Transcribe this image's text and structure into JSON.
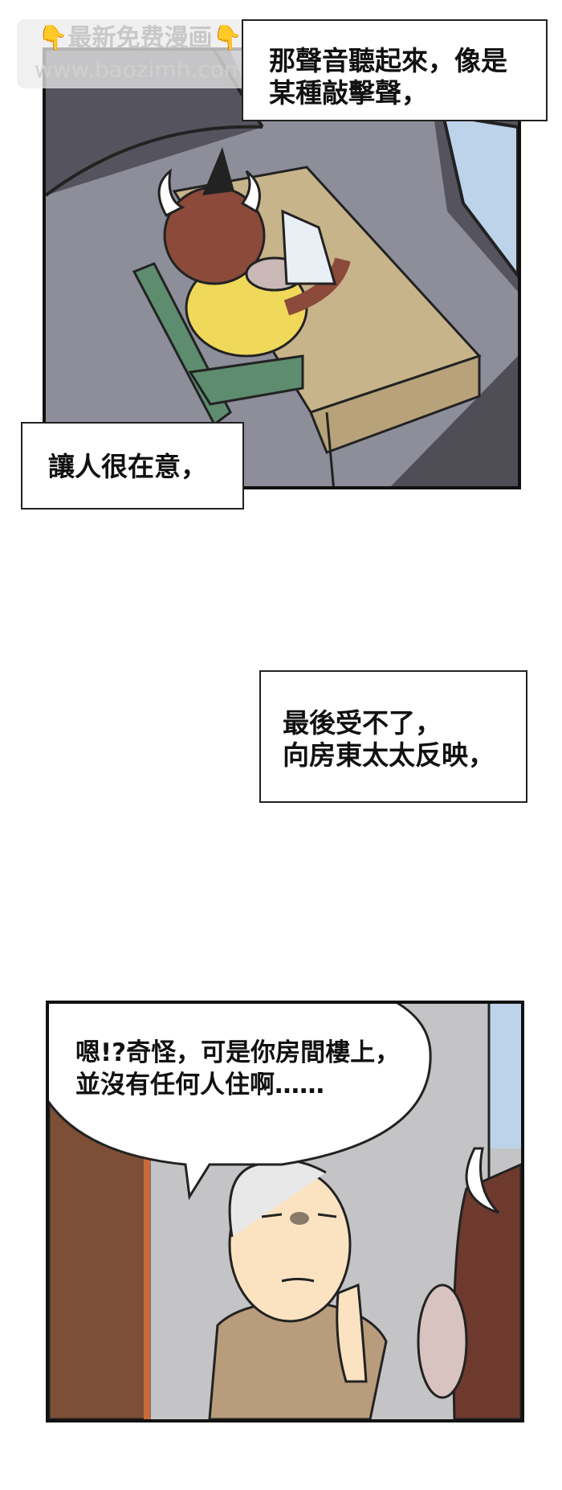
{
  "watermark": {
    "line1": "最新免费漫画",
    "line2": "www.baozimh.com",
    "hand_icon": "pointing-down-hand"
  },
  "panel1": {
    "caption_top": [
      "那聲音聽起來，像是",
      "某種敲擊聲，"
    ],
    "caption_bottom": "讓人很在意，"
  },
  "caption_middle": [
    "最後受不了，",
    "向房東太太反映，"
  ],
  "panel2": {
    "speech": [
      "嗯!?奇怪，可是你房間樓上，",
      "並沒有任何人住啊……"
    ]
  },
  "colors": {
    "floor": "#8d8e99",
    "wall": "#5d5c66",
    "desk": "#c8b48a",
    "chair": "#5e8c6e",
    "shirt": "#f0d85a",
    "bull_skin": "#8b4a3a",
    "room_bg": "#c4c4c6",
    "door": "#7d4f36",
    "landlady_skin": "#fbe3c2",
    "landlady_shirt": "#b89c7c"
  }
}
